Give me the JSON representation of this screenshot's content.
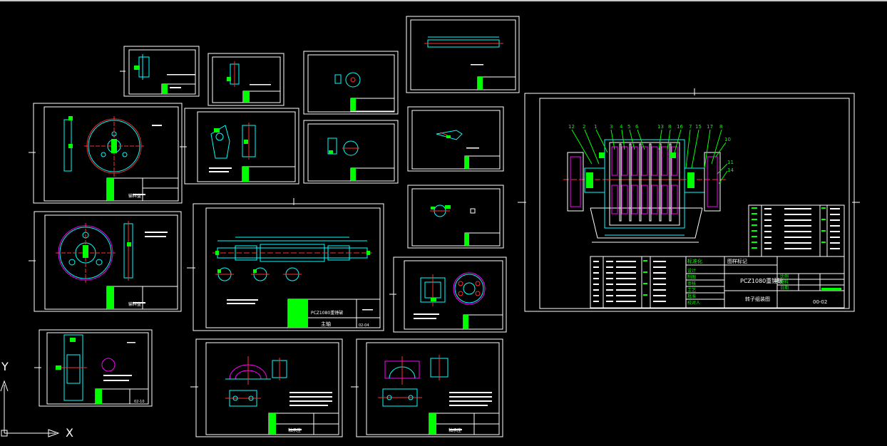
{
  "app": "CAD model space",
  "axis_labels": {
    "x": "X",
    "y": "Y"
  },
  "colors": {
    "background": "#000000",
    "frame": "#ffffff",
    "part": "#00ffff",
    "title_block": "#00ff00",
    "center": "#ff3030",
    "section": "#ff00ff",
    "leader": "#ffff00"
  },
  "drawings": [
    {
      "id": "small-top-a",
      "texts": []
    },
    {
      "id": "small-top-b",
      "texts": []
    },
    {
      "id": "disc-plate-a",
      "title": "输料盘",
      "texts": []
    },
    {
      "id": "disc-plate-b",
      "title": "输料盘",
      "texts": []
    },
    {
      "id": "bracket",
      "texts": []
    },
    {
      "id": "shaft",
      "title_block_name": "PCZ1080重锤破",
      "part_name": "主轴",
      "drawing_no": "02-04"
    },
    {
      "id": "ring",
      "drawing_no": "02-10"
    },
    {
      "id": "bearing-seat-a",
      "title": "轴承座"
    },
    {
      "id": "bearing-seat-b",
      "title": "轴承座"
    }
  ],
  "assembly": {
    "title_block_name": "PCZ1080重锤破",
    "drawing_name": "转子组装图",
    "drawing_no": "00-02",
    "header_left": "标准化",
    "header_right": "图样标记",
    "rows_left": [
      "设计",
      "制图",
      "审核",
      "工艺",
      "批准",
      "校对人"
    ],
    "rows_right": [
      "比例",
      "材料",
      "日期"
    ],
    "balloons": [
      "12",
      "2",
      "1",
      "3",
      "4",
      "5",
      "6",
      "13",
      "8",
      "16",
      "7",
      "15",
      "17",
      "8",
      "10",
      "11",
      "14"
    ]
  }
}
